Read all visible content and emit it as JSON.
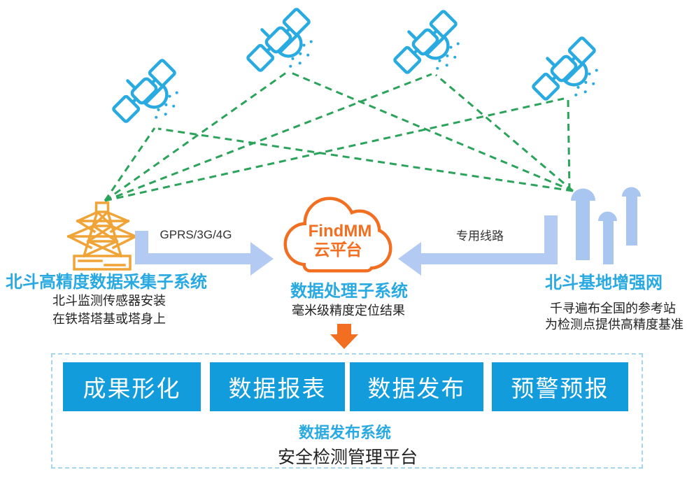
{
  "nodes": {
    "collector": {
      "title": "北斗高精度数据采集子系统",
      "desc1": "北斗监测传感器安装",
      "desc2": "在铁塔塔基或塔身上"
    },
    "cloud": {
      "name1": "FindMM",
      "name2": "云平台",
      "title": "数据处理子系统",
      "desc": "毫米级精度定位结果"
    },
    "base": {
      "title": "北斗基地增强网",
      "desc1": "千寻遍布全国的参考站",
      "desc2": "为检测点提供高精度基准"
    }
  },
  "links": {
    "gprs": "GPRS/3G/4G",
    "dedicated": "专用线路"
  },
  "platform": {
    "modules": [
      "成果形化",
      "数据报表",
      "数据发布",
      "预警预报"
    ],
    "subtitle": "数据发布系统",
    "title": "安全检测管理平台"
  },
  "icons": {
    "satellite": "satellite-icon",
    "tower": "transmission-tower-icon",
    "cloud": "cloud-icon",
    "base_station": "base-station-antennas-icon",
    "signal": "dashed-signal-line",
    "arrow_right": "right-block-arrow",
    "arrow_left": "left-block-arrow",
    "arrow_down": "down-arrow-icon"
  },
  "colors": {
    "satellite_blue": "#29ABE2",
    "signal_green": "#2BA35B",
    "tower_orange": "#F0A437",
    "cloud_orange": "#F26F21",
    "arrow_blue": "#B3CBF2",
    "station_blue": "#A9C6F1",
    "module_blue": "#129CDB",
    "label_blue": "#29A9E1"
  }
}
